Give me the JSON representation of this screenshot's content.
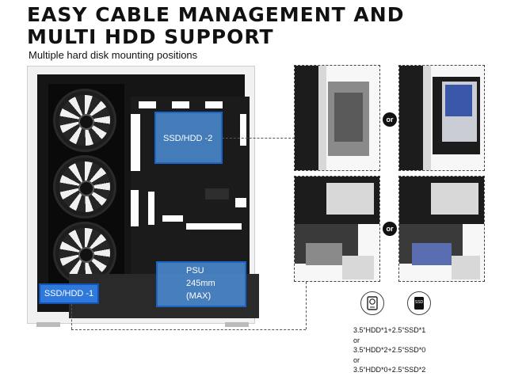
{
  "title_line1": "EASY CABLE MANAGEMENT AND",
  "title_line2": "MULTI HDD SUPPORT",
  "subtitle": "Multiple hard disk mounting positions",
  "labels": {
    "ssd_hdd_2": "SSD/HDD -2",
    "ssd_hdd_1": "SSD/HDD -1",
    "psu": "PSU",
    "psu_len": "245mm",
    "psu_max": "(MAX)"
  },
  "or_label": "or",
  "ssd_icon_text": "SSD",
  "specs": [
    "3.5“HDD*1+2.5“SSD*1",
    "or",
    "3.5“HDD*2+2.5“SSD*0",
    "or",
    "3.5“HDD*0+2.5“SSD*2"
  ],
  "colors": {
    "highlight_blue": "#2f79dc",
    "highlight_border": "#1c63c8"
  }
}
